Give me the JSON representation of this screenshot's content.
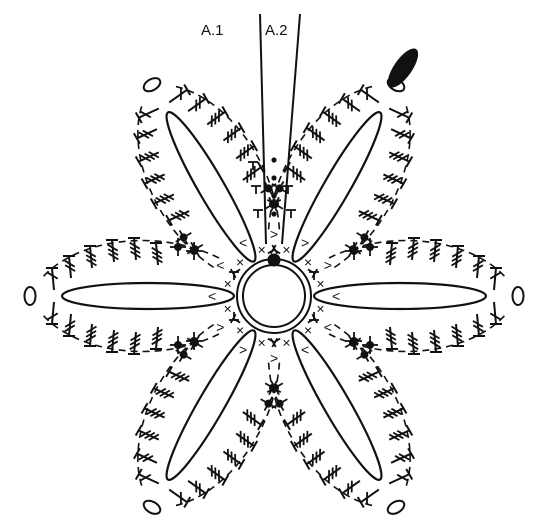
{
  "labels": {
    "a1": "A.1",
    "a2": "A.2"
  },
  "colors": {
    "ink": "#111111",
    "paper": "#ffffff"
  },
  "diagram": {
    "petals": 6,
    "petal_angles_deg": [
      0,
      60,
      120,
      180,
      240,
      300
    ]
  }
}
